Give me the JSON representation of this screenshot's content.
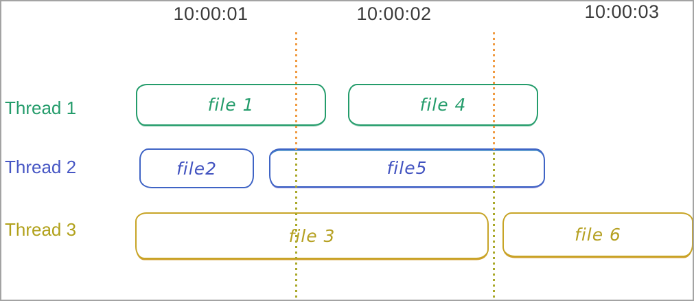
{
  "timeline": {
    "timestamps": [
      "10:00:01",
      "10:00:02",
      "10:00:03"
    ],
    "timestamp_color": "#3b3b3b",
    "gridlines": {
      "count": 2,
      "style": "dotted",
      "color_top": "#f09a40",
      "color_bottom": "#a9a828"
    }
  },
  "threads": [
    {
      "label": "Thread 1",
      "color": "#249c6b",
      "tasks": [
        {
          "label": "file 1"
        },
        {
          "label": "file 4"
        }
      ]
    },
    {
      "label": "Thread 2",
      "color": "#4253c0",
      "tasks": [
        {
          "label": "file2"
        },
        {
          "label": "file5"
        }
      ]
    },
    {
      "label": "Thread 3",
      "color": "#b5a021",
      "tasks": [
        {
          "label": "file 3"
        },
        {
          "label": "file 6"
        }
      ]
    }
  ]
}
